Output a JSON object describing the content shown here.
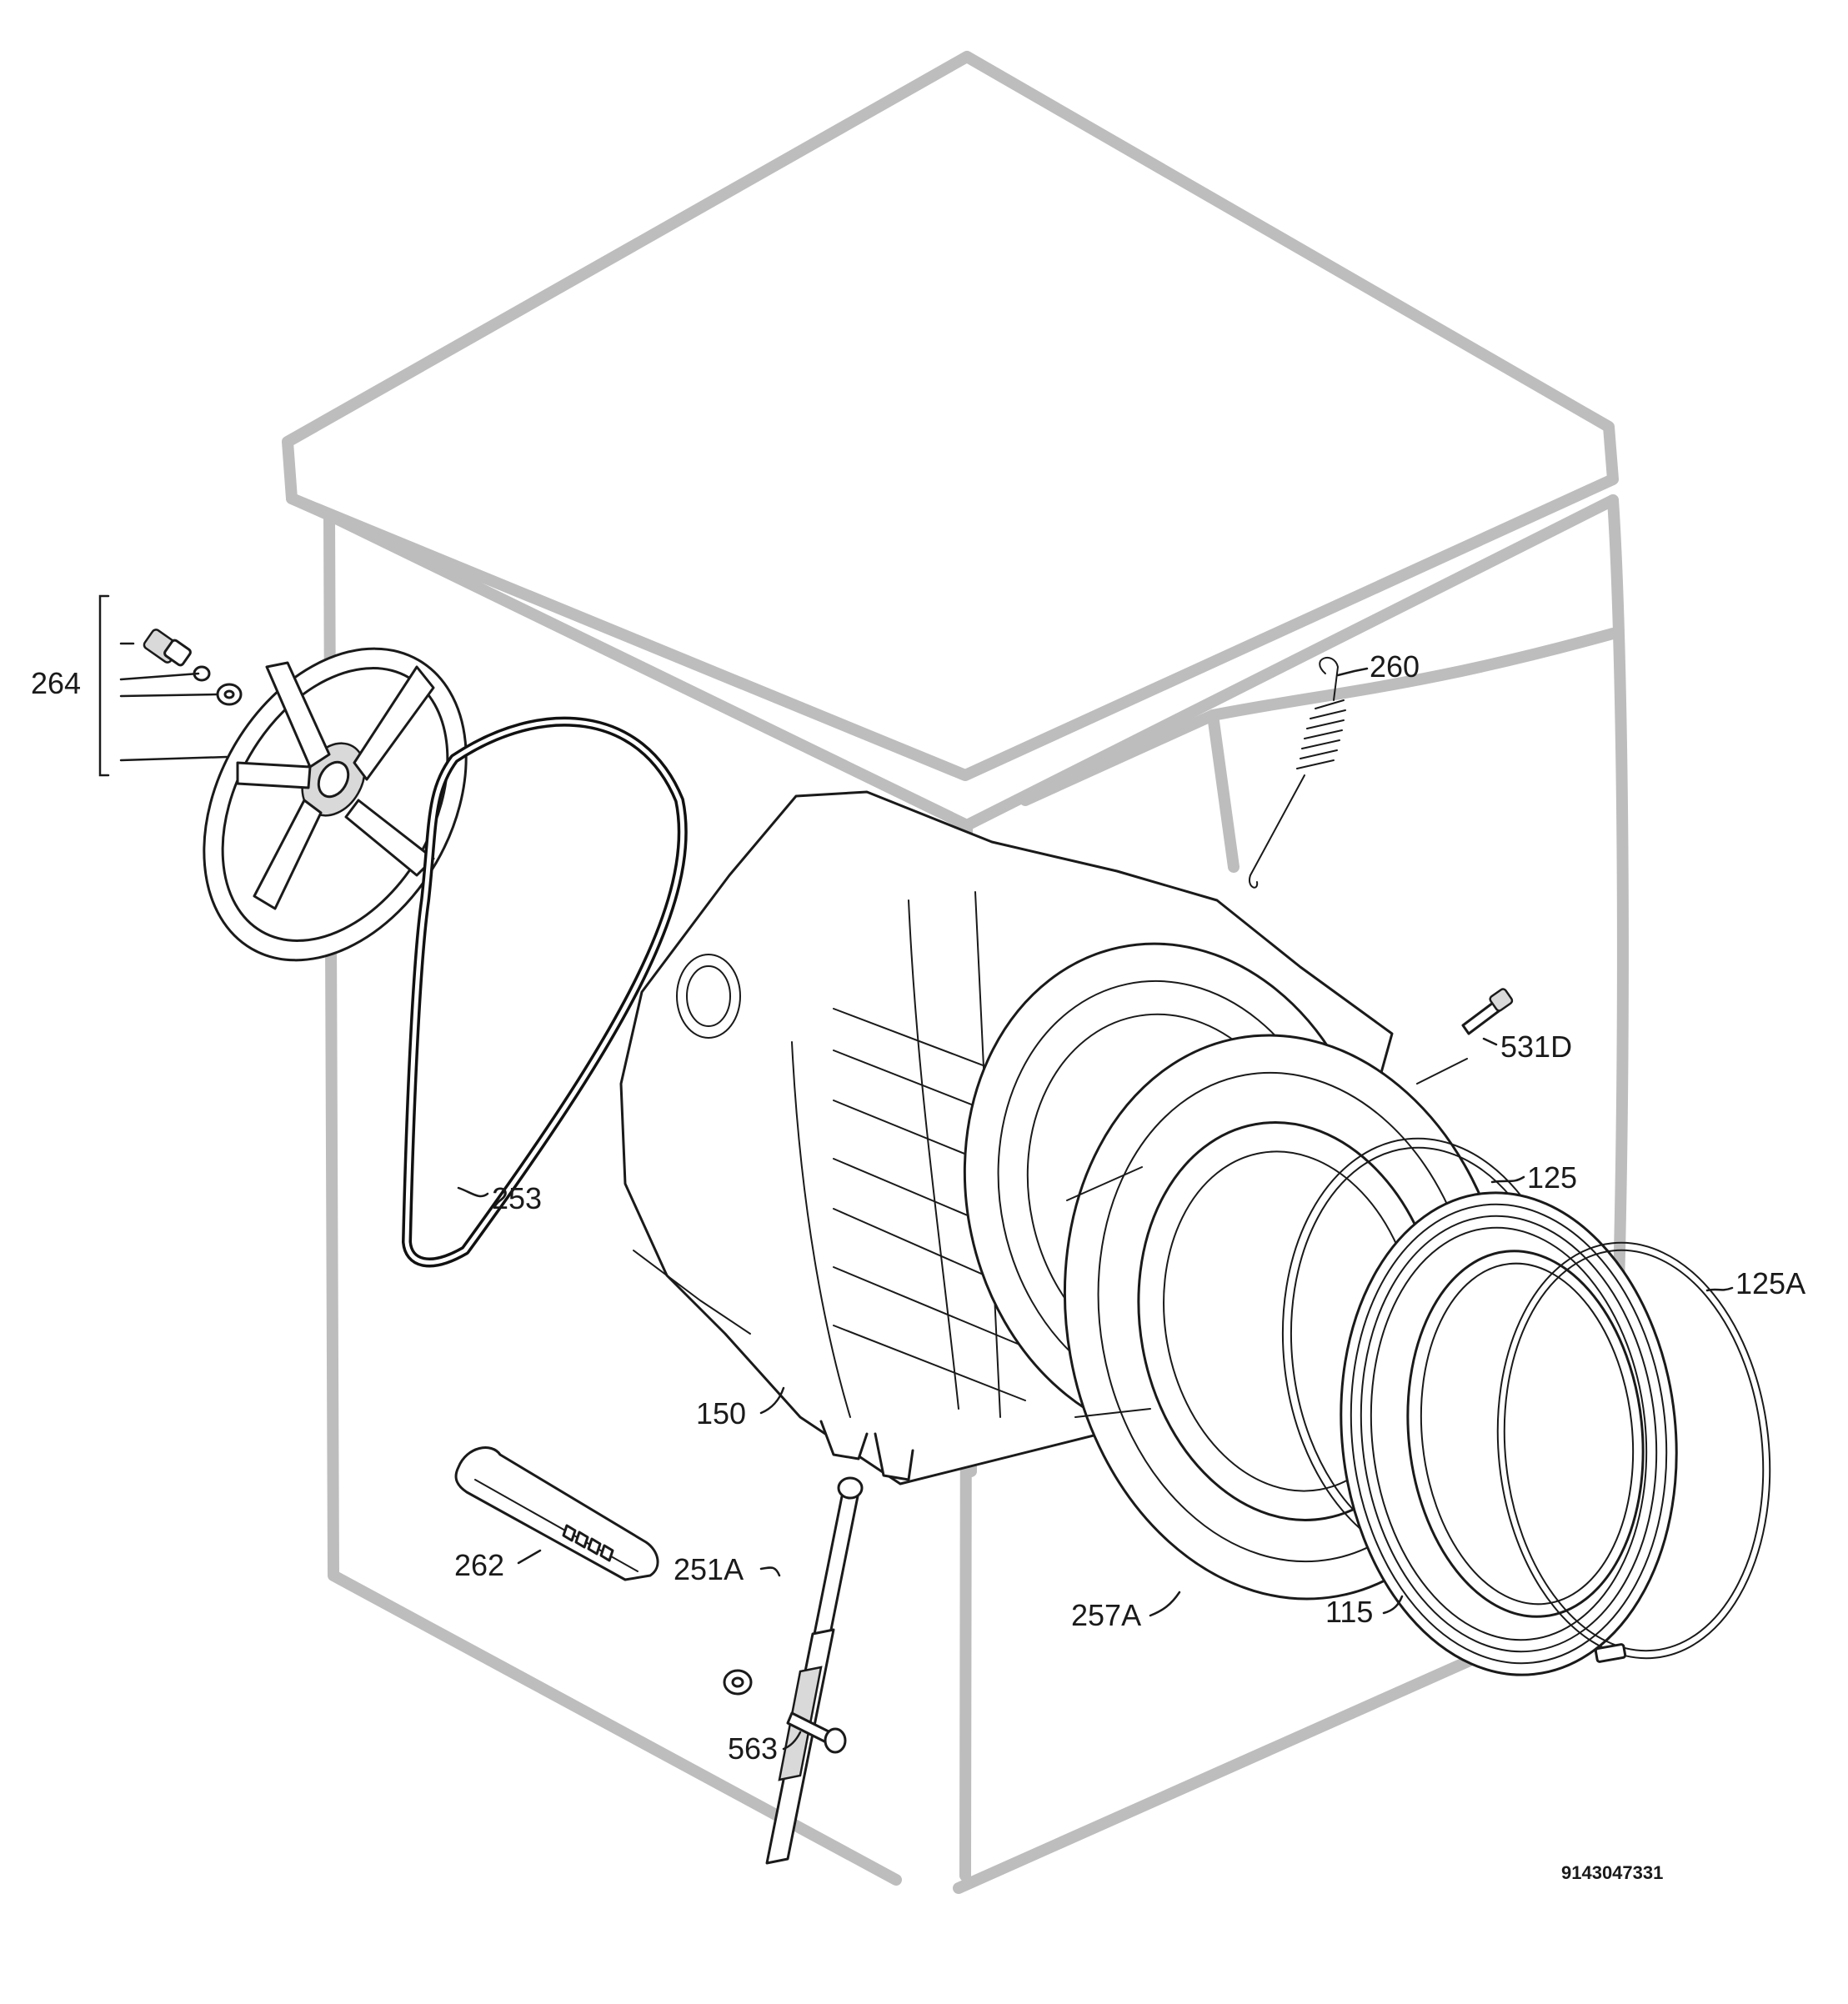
{
  "callouts": {
    "c264": "264",
    "c260": "260",
    "c253": "253",
    "c531d": "531D",
    "c125": "125",
    "c125a": "125A",
    "c150": "150",
    "c262": "262",
    "c251a": "251A",
    "c257a": "257A",
    "c115": "115",
    "c563": "563"
  },
  "document_number": "9143047331",
  "colors": {
    "cabinet_outline": "#bdbdbd",
    "part_line": "#1a1a1a",
    "background": "#ffffff"
  }
}
